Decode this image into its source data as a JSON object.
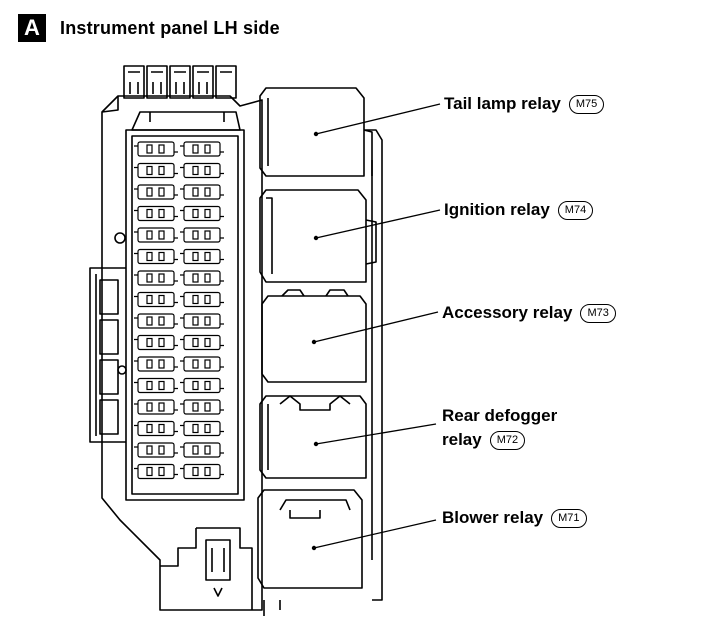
{
  "header": {
    "badge": "A",
    "title": "Instrument panel LH side"
  },
  "relays": [
    {
      "name": "Tail lamp relay",
      "connector": "M75"
    },
    {
      "name": "Ignition relay",
      "connector": "M74"
    },
    {
      "name": "Accessory relay",
      "connector": "M73"
    },
    {
      "name_line1": "Rear defogger",
      "name_line2": "relay",
      "connector": "M72"
    },
    {
      "name": "Blower relay",
      "connector": "M71"
    }
  ]
}
